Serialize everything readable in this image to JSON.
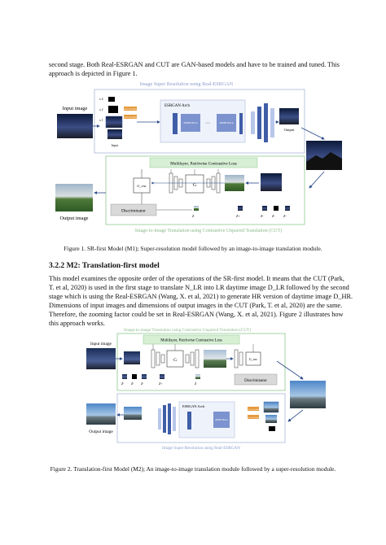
{
  "intro": {
    "lines": [
      "second stage. Both Real-ESRGAN and CUT are GAN-based models and have to be trained and tuned. This",
      "approach is depicted in Figure 1."
    ]
  },
  "figure1": {
    "top_title": "Image Super Resolution using Real-ESRGAN",
    "input_label": "Input image",
    "esrgan_arch": "ESRGAN Arch",
    "rrdb": "RRDB Block",
    "real_conv": "Real Convolution",
    "input_small": "Input",
    "output_label": "Output",
    "scale_labels": [
      "x 4",
      "x 2",
      "x 1"
    ],
    "mlp_title": "Multilayer, Patchwise Contrastive Loss",
    "g_enc": "G_enc",
    "g_label": "G",
    "discriminator": "Discriminator",
    "z_labels": [
      "Z",
      "Z+",
      "Z-",
      "Z-",
      "Z-"
    ],
    "output_image": "Output image",
    "bottom_title": "Image-to-image Translation using Contrastive Unpaired Translation (CUT)",
    "caption": "Figure 1. SR-first Model (M1); Super-resolution model followed by an image-to-image translation module."
  },
  "section": {
    "heading": "3.2.2 M2: Translation-first model",
    "lines": [
      "This model examines the opposite order of the operations of the SR-first model. It means that the CUT (Park,",
      "T. et al, 2020) is used in the first stage to translate N_LR into LR daytime image D_LR followed by the second",
      "stage which is using the Real-ESRGAN (Wang, X. et al, 2021) to generate HR version of daytime image D_HR.",
      "Dimensions of input images and dimensions of output images in the CUT (Park, T. et al, 2020) are the same.",
      "Therefore, the zooming factor could be set in Real-ESRGAN (Wang, X. et al, 2021). Figure 2 illustrates how",
      "this approach works."
    ]
  },
  "figure2": {
    "top_title": "Image-to-image Translation using Contrastive Unpaired Translation (CUT)",
    "input_label": "Input image",
    "mlp_title": "Multilayer, Patchwise Contrastive Loss",
    "g_enc": "G_enc",
    "g_label": "G",
    "discriminator": "Discriminator",
    "z_labels": [
      "Z-",
      "Z-",
      "Z-",
      "Z+",
      "Z"
    ],
    "esrgan_arch": "ESRGAN Arch",
    "rrdb": "RRDB Block",
    "real_conv": "Real Convolution",
    "output_label": "Output image",
    "bottom_title": "Image Super Resolution using Real-ESRGAN",
    "caption": "Figure 2. Translation-first Model (M2); An image-to-image translation module followed by a super-resolution module."
  },
  "colors": {
    "top_box_border": "#a9b6d8",
    "green_border": "#8dc98d",
    "green_fill": "#d7efd5",
    "title_blue": "#8a9ccc",
    "title_green": "#89b989",
    "block_blue": "#3f5ea7",
    "block_light": "#b8c6ea",
    "arrow": "#2b4a8a"
  }
}
